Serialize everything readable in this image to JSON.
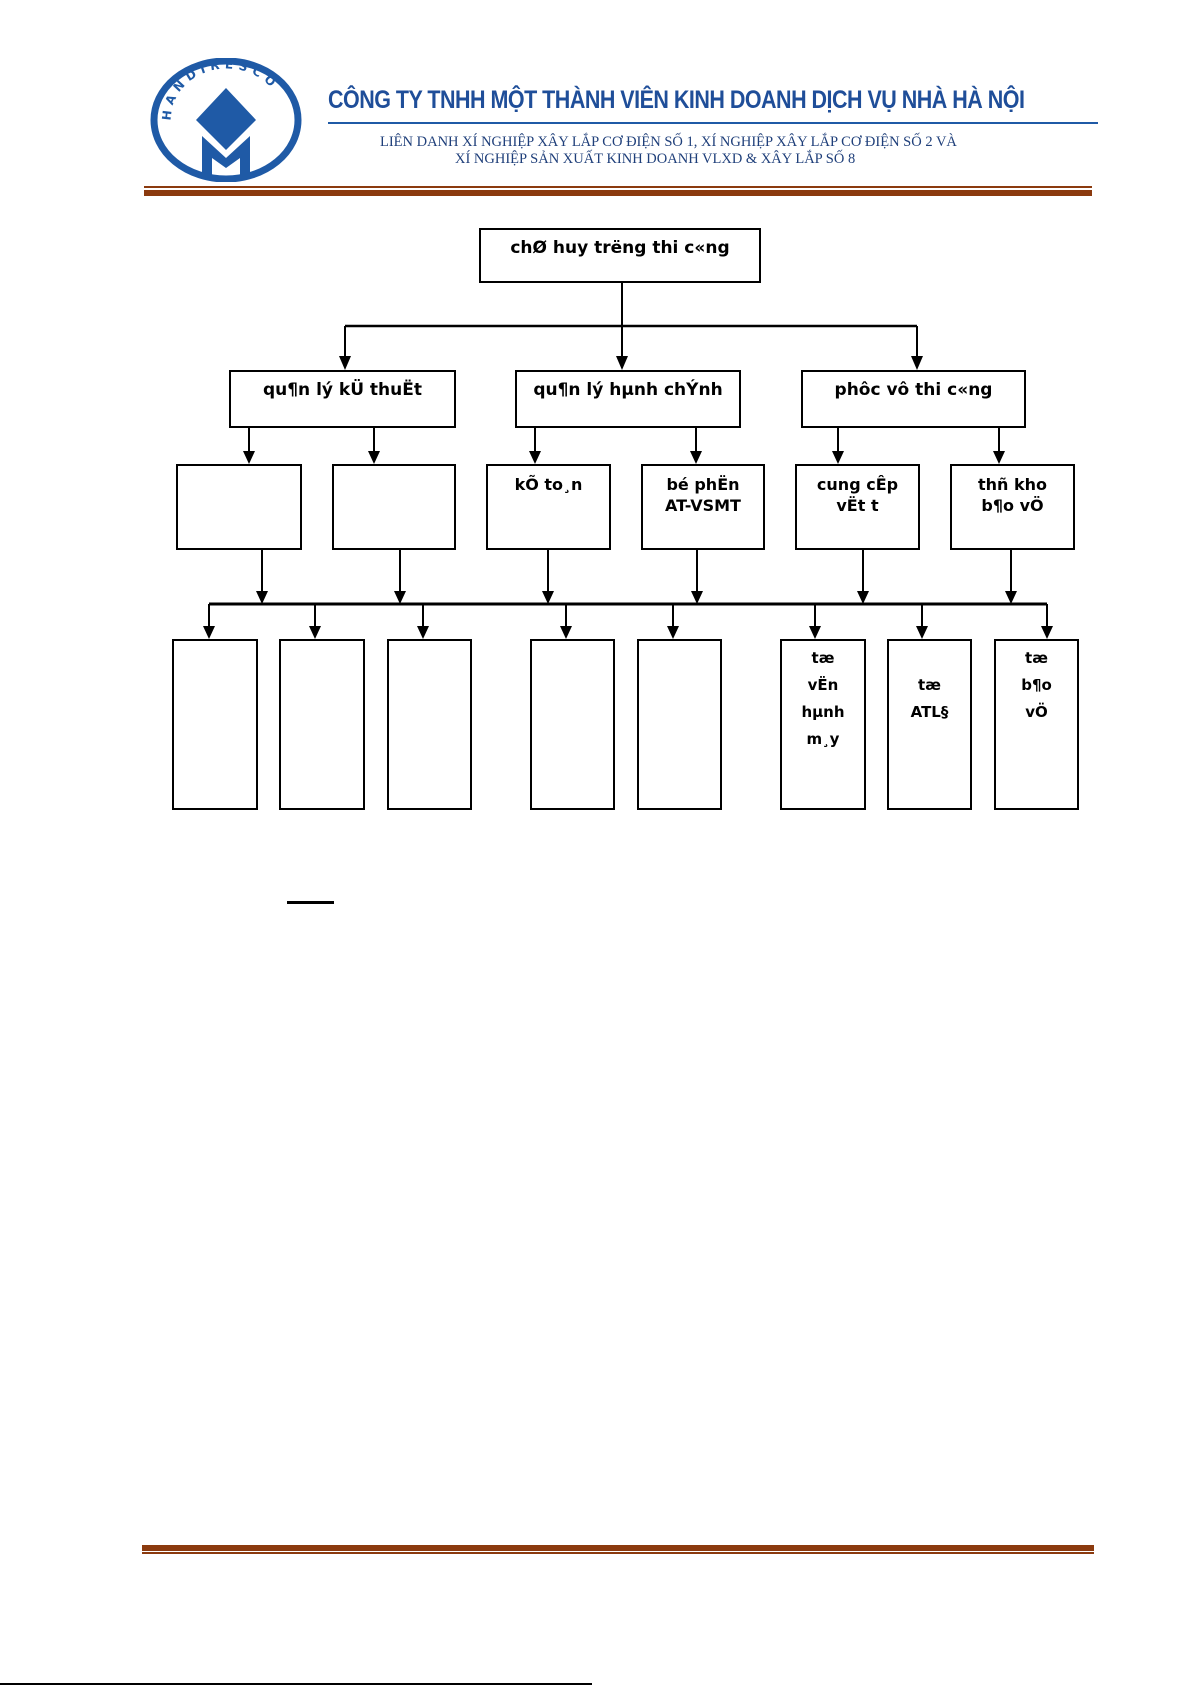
{
  "header": {
    "logo_text": "HANDIRESCO",
    "company_name": "CÔNG TY TNHH MỘT THÀNH VIÊN KINH DOANH DỊCH VỤ NHÀ HÀ NỘI",
    "subtitle_line1": "LIÊN DANH XÍ NGHIỆP XÂY LẮP CƠ ĐIỆN SỐ 1, XÍ NGHIỆP XÂY LẮP CƠ ĐIỆN SỐ 2 VÀ",
    "subtitle_line2": "XÍ NGHIỆP SẢN XUẤT KINH DOANH VLXD & XÂY LẮP SỐ 8",
    "brand_color": "#1f5aa6",
    "rule_color": "#8b3a0e"
  },
  "org_chart": {
    "root": "chØ huy tr­ëng thi c«ng",
    "level2": [
      "qu¶n lý kÜ thuËt",
      "qu¶n lý hµnh chÝnh",
      "phôc vô thi c«ng"
    ],
    "level3": [
      {
        "line1": "",
        "line2": ""
      },
      {
        "line1": "",
        "line2": ""
      },
      {
        "line1": "kÕ to¸n",
        "line2": ""
      },
      {
        "line1": "bé phËn",
        "line2": "AT-VSMT"
      },
      {
        "line1": "cung cÊp",
        "line2": "vËt t­"
      },
      {
        "line1": "thñ kho",
        "line2": "b¶o vÖ"
      }
    ],
    "level4": [
      {
        "lines": []
      },
      {
        "lines": []
      },
      {
        "lines": []
      },
      {
        "lines": []
      },
      {
        "lines": []
      },
      {
        "lines": [
          "tæ",
          "vËn",
          "hµnh",
          "m¸y"
        ]
      },
      {
        "lines": [
          "tæ",
          "ATL§"
        ]
      },
      {
        "lines": [
          "tæ",
          "b¶o",
          "vÖ"
        ]
      }
    ]
  }
}
